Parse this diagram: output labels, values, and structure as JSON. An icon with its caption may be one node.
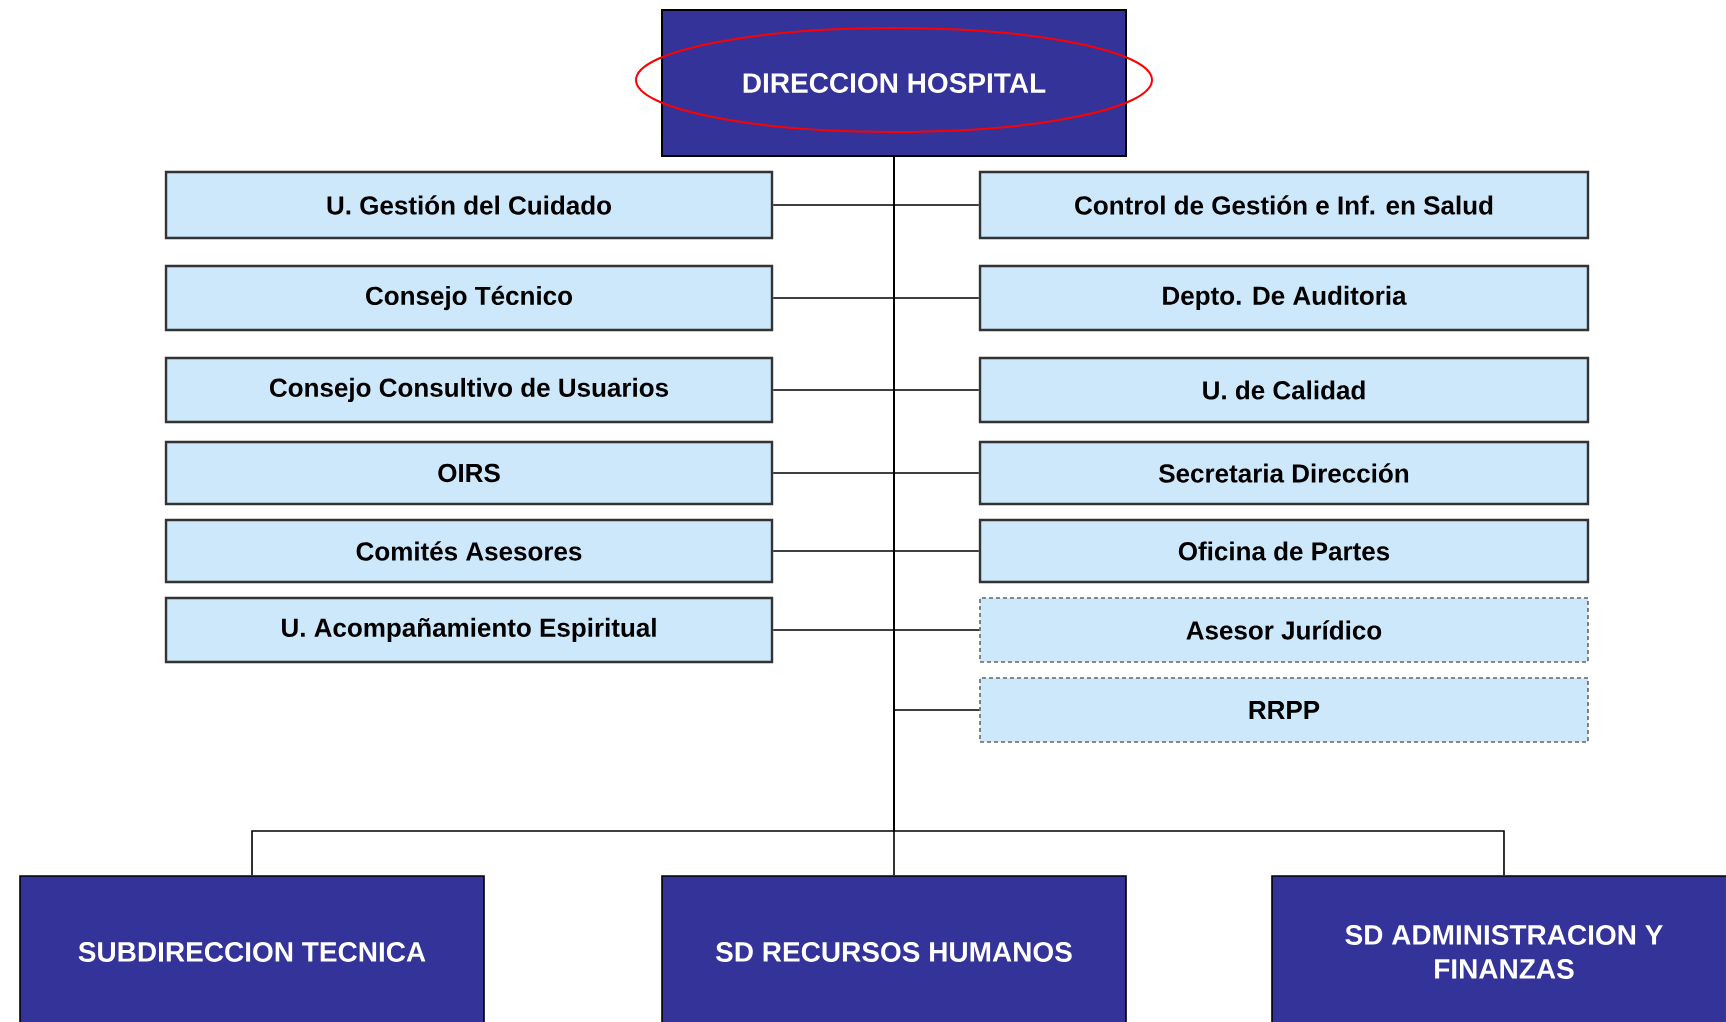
{
  "diagram": {
    "nodes": [
      {
        "text": [
          "DIRECCION HOSPITAL"
        ]
      },
      {
        "text": [
          "U. Gestión del Cuidado"
        ]
      },
      {
        "text": [
          "Control de Gestión e Inf. en Salud"
        ]
      },
      {
        "text": [
          "Consejo Técnico"
        ]
      },
      {
        "text": [
          "Depto. De Auditoria"
        ]
      },
      {
        "text": [
          "Consejo Consultivo de Usuarios"
        ]
      },
      {
        "text": [
          "U. de Calidad"
        ]
      },
      {
        "text": [
          "OIRS"
        ]
      },
      {
        "text": [
          "Secretaria Dirección"
        ]
      },
      {
        "text": [
          "Comités Asesores"
        ]
      },
      {
        "text": [
          "Oficina de Partes"
        ]
      },
      {
        "text": [
          "U. Acompañamiento Espiritual"
        ]
      },
      {
        "text": [
          "Asesor Jurídico"
        ]
      },
      {
        "text": [
          "RRPP"
        ]
      },
      {
        "text": [
          "SUBDIRECCION TECNICA"
        ]
      },
      {
        "text": [
          "SD RECURSOS HUMANOS"
        ]
      },
      {
        "text": [
          "SD ADMINISTRACION Y FINANZAS"
        ]
      }
    ],
    "edges": [
      {
        "from": 0,
        "to": 1,
        "arrow": "none"
      },
      {
        "from": 0,
        "to": 2,
        "arrow": "none"
      },
      {
        "from": 0,
        "to": 3,
        "arrow": "none"
      },
      {
        "from": 0,
        "to": 4,
        "arrow": "none"
      },
      {
        "from": 0,
        "to": 5,
        "arrow": "none"
      },
      {
        "from": 0,
        "to": 6,
        "arrow": "none"
      },
      {
        "from": 0,
        "to": 7,
        "arrow": "none"
      },
      {
        "from": 0,
        "to": 8,
        "arrow": "none"
      },
      {
        "from": 0,
        "to": 9,
        "arrow": "none"
      },
      {
        "from": 0,
        "to": 10,
        "arrow": "none"
      },
      {
        "from": 0,
        "to": 11,
        "arrow": "none"
      },
      {
        "from": 0,
        "to": 12,
        "arrow": "none"
      },
      {
        "from": 0,
        "to": 13,
        "arrow": "none"
      },
      {
        "from": 0,
        "to": 14,
        "arrow": "none"
      },
      {
        "from": 0,
        "to": 15,
        "arrow": "none"
      },
      {
        "from": 0,
        "to": 16,
        "arrow": "none"
      }
    ]
  }
}
